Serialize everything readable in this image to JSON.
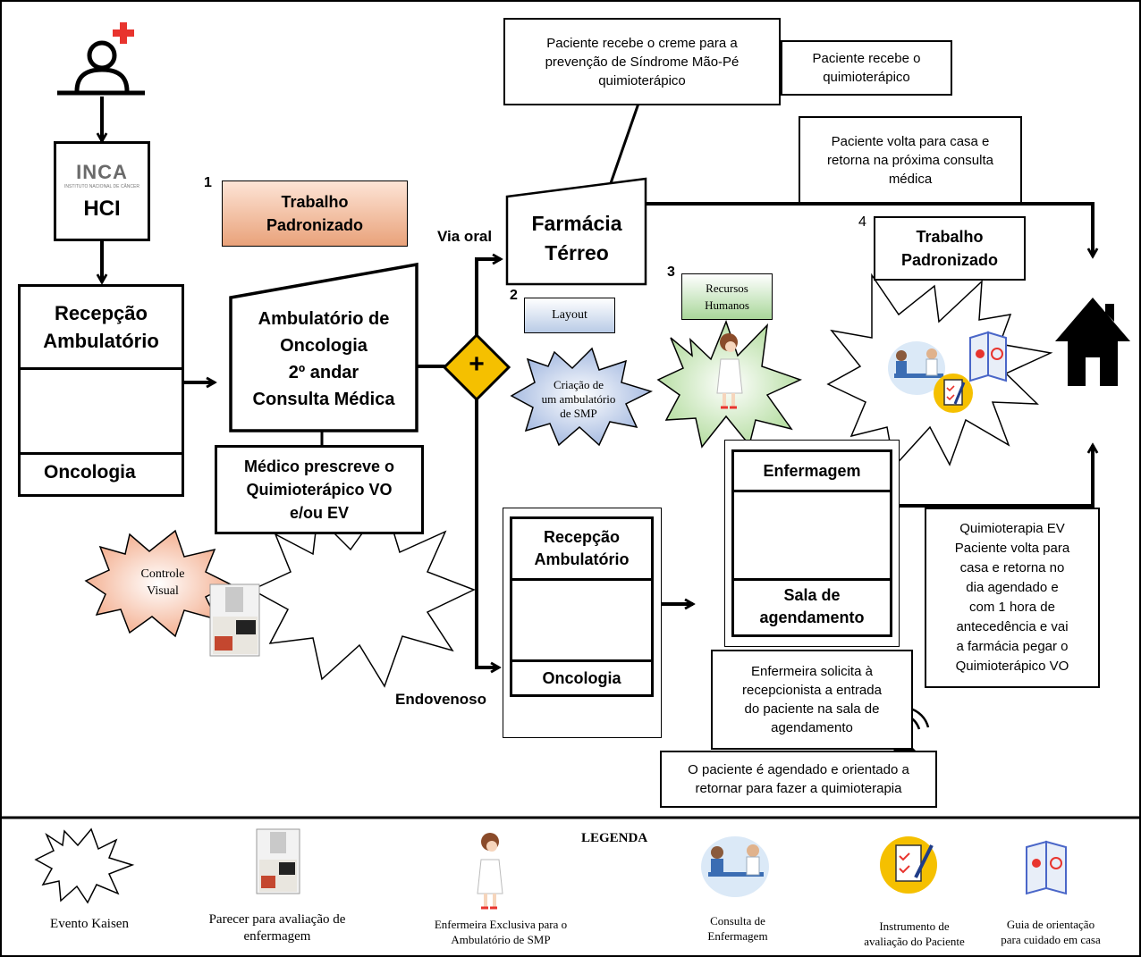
{
  "diagram": {
    "hci": {
      "logo": "INCA",
      "logo_sub": "INSTITUTO NACIONAL DE CÂNCER",
      "label": "HCI"
    },
    "reception_main": {
      "title": "Recepção\nAmbulatório",
      "footer": "Oncologia"
    },
    "std_work_1": {
      "number": "1",
      "label": "Trabalho\nPadronizado"
    },
    "ambulatorio": {
      "label": "Ambulatório de\nOncologia\n2º andar\nConsulta Médica"
    },
    "prescription": {
      "label": "Médico prescreve o\nQuimioterápico VO\ne/ou EV"
    },
    "visual_control": {
      "label": "Controle\nVisual"
    },
    "via_oral": "Via oral",
    "endovenoso": "Endovenoso",
    "gateway_symbol": "+",
    "farmacia": {
      "label": "Farmácia\nTérreo"
    },
    "creme_note": "Paciente recebe o creme para a\nprevenção de Síndrome Mão-Pé\nquimioterápico",
    "quimio_note": "Paciente recebe o\nquimioterápico",
    "volta_note": "Paciente volta para casa e\nretorna na próxima consulta\nmédica",
    "layout_2": {
      "number": "2",
      "label": "Layout"
    },
    "smp_burst": "Criação de\num ambulatório\nde SMP",
    "rh_3": {
      "number": "3",
      "label": "Recursos\nHumanos"
    },
    "std_work_4": {
      "number": "4",
      "label": "Trabalho\nPadronizado"
    },
    "reception_2": {
      "title": "Recepção\nAmbulatório",
      "footer": "Oncologia"
    },
    "enfermagem": {
      "title": "Enfermagem",
      "footer": "Sala de\nagendamento"
    },
    "quimio_ev_note": "Quimioterapia EV\nPaciente volta para\ncasa e retorna no\ndia agendado e\ncom 1 hora de\nantecedência e vai\na farmácia pegar o\nQuimioterápico VO",
    "enfermeira_note": "Enfermeira solicita à\nrecepcionista a entrada\ndo paciente na sala de\nagendamento",
    "agendado_note": "O paciente é agendado e orientado a\nretornar para fazer a quimioterapia"
  },
  "legend": {
    "title": "LEGENDA",
    "items": [
      {
        "label": "Evento Kaisen",
        "icon": "kaizen-burst-icon"
      },
      {
        "label": "Parecer para avaliação de\nenfermagem",
        "icon": "photo-icon"
      },
      {
        "label": "Enfermeira Exclusiva para o\nAmbulatório de SMP",
        "icon": "nurse-icon"
      },
      {
        "label": "Consulta de\nEnfermagem",
        "icon": "consultation-icon"
      },
      {
        "label": "Instrumento de\navaliação do Paciente",
        "icon": "clipboard-icon"
      },
      {
        "label": "Guia de orientação\npara cuidado em casa",
        "icon": "brochure-icon"
      }
    ]
  },
  "colors": {
    "gateway": "#f5c000",
    "std_work_1_top": "#fde4d6",
    "std_work_1_bottom": "#e9a27a",
    "layout_top": "#ffffff",
    "layout_bottom": "#b9cbe6",
    "rh_top": "#ffffff",
    "rh_bottom": "#a9d79a",
    "controle_burst": "#f4b294",
    "smp_burst": "#a9bde2",
    "rh_burst": "#b9dfa6",
    "cross": "#e8342e"
  }
}
